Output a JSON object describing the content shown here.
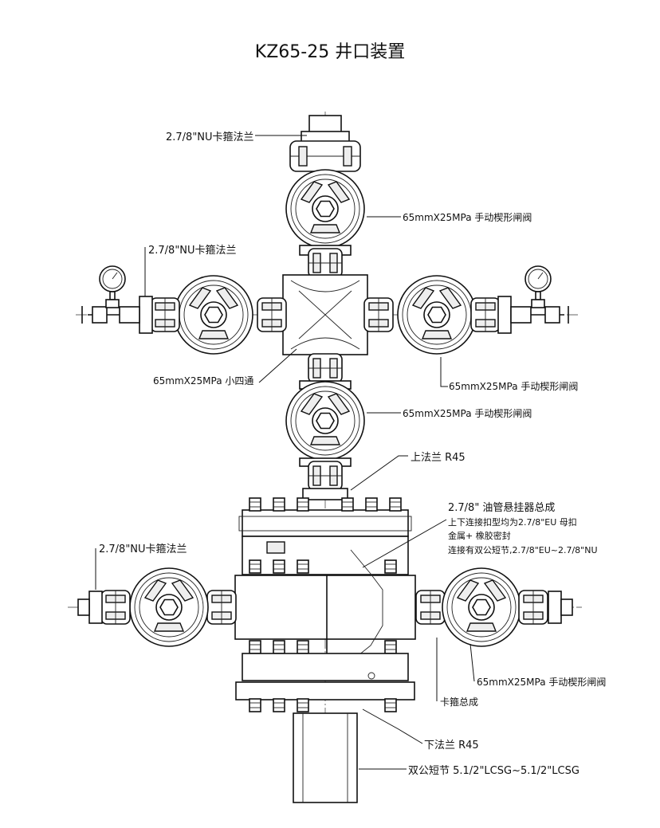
{
  "title": "KZ65-25 井口装置",
  "labels": {
    "top_flange": "2.7/8\"NU卡箍法兰",
    "top_valve": "65mmX25MPa 手动楔形闸阀",
    "left_flange": "2.7/8\"NU卡箍法兰",
    "right_valve": "65mmX25MPa 手动楔形闸阀",
    "cross": "65mmX25MPa 小四通",
    "mid_valve": "65mmX25MPa 手动楔形闸阀",
    "upper_flange": "上法兰 R45",
    "hanger_1": "2.7/8\" 油管悬挂器总成",
    "hanger_2": "上下连接扣型均为2.7/8\"EU 母扣",
    "hanger_3": "金属+ 橡胶密封",
    "hanger_4": "连接有双公短节,2.7/8\"EU~2.7/8\"NU",
    "lower_left_flange": "2.7/8\"NU卡箍法兰",
    "lower_right_valve": "65mmX25MPa 手动楔形闸阀",
    "clamp": "卡箍总成",
    "lower_flange": "下法兰 R45",
    "double_nipple": "双公短节 5.1/2\"LCSG~5.1/2\"LCSG"
  }
}
